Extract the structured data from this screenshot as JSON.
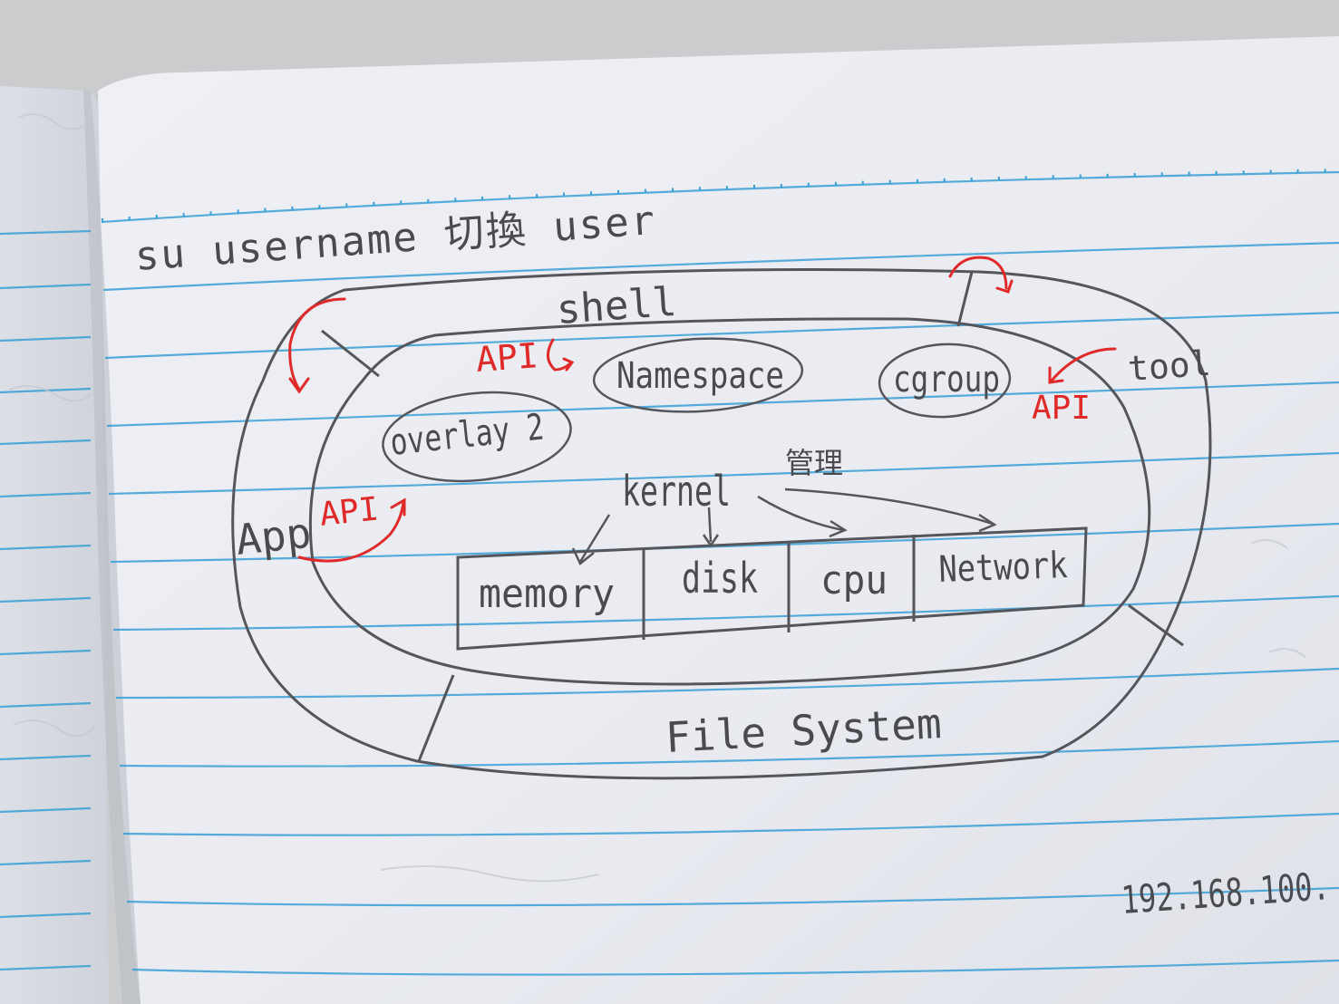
{
  "note": {
    "heading": "su username 切換 user",
    "layers": {
      "outer": "File System",
      "middle": "shell",
      "app": "App"
    },
    "components": {
      "namespace": "Namespace",
      "cgroup": "cgroup",
      "overlay": "overlay 2",
      "kernel": "kernel",
      "manage": "管理",
      "tool": "tool"
    },
    "api_labels": {
      "top": "API",
      "right": "API",
      "app": "API"
    },
    "resources": [
      "memory",
      "disk",
      "cpu",
      "Network"
    ],
    "ip_fragment": "192.168.100.",
    "ink_colors": {
      "pencil": "#4a4b50",
      "red_pen": "#e02a2a",
      "rule_lines": "#3aa0d6",
      "paper": "#eef0f5"
    }
  }
}
